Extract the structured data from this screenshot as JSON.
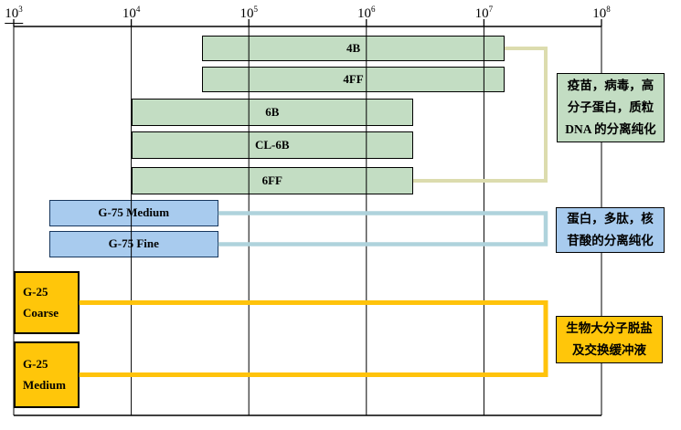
{
  "page": {
    "background": "#FFFFFF",
    "description": "Gel filtration media fractionation ranges (log molecular weight scale)"
  },
  "chart_data": {
    "type": "bar",
    "subtype": "horizontal-log-range-bars",
    "title": "",
    "x_axis": {
      "scale": "log10",
      "min": 1000,
      "max": 100000000,
      "position": "top",
      "grid": true,
      "ticks": [
        {
          "base": "10",
          "exp": "3"
        },
        {
          "base": "10",
          "exp": "4"
        },
        {
          "base": "10",
          "exp": "5"
        },
        {
          "base": "10",
          "exp": "6"
        },
        {
          "base": "10",
          "exp": "7"
        },
        {
          "base": "10",
          "exp": "8"
        }
      ]
    },
    "groups": [
      {
        "id": "sepharose",
        "fill": "#C3DDC3",
        "border": "#000000",
        "connector": "#DCDCAE",
        "bars": [
          {
            "label": "4B",
            "range": [
              40000,
              15000000
            ]
          },
          {
            "label": "4FF",
            "range": [
              40000,
              15000000
            ]
          },
          {
            "label": "6B",
            "range": [
              10000,
              2500000
            ]
          },
          {
            "label": "CL-6B",
            "range": [
              10000,
              2500000
            ]
          },
          {
            "label": "6FF",
            "range": [
              10000,
              2500000
            ]
          }
        ],
        "annotation": {
          "fill": "#C3DDC3",
          "lines": [
            "疫苗，病毒，高",
            "分子蛋白，质粒",
            "DNA 的分离纯化"
          ]
        }
      },
      {
        "id": "g75",
        "fill": "#A8CBEE",
        "border": "#17375E",
        "connector": "#AFD3DC",
        "bars": [
          {
            "label": "G-75 Medium",
            "range": [
              2000,
              55000
            ]
          },
          {
            "label": "G-75 Fine",
            "range": [
              2000,
              55000
            ]
          }
        ],
        "annotation": {
          "fill": "#A8CBEE",
          "lines": [
            "蛋白，多肽，核",
            "苷酸的分离纯化"
          ]
        }
      },
      {
        "id": "g25",
        "fill": "#FFC60A",
        "border": "#000000",
        "connector": "#FFC30B",
        "bars": [
          {
            "label_lines": [
              "G-25",
              "Coarse"
            ],
            "range": [
              1000,
              3600
            ]
          },
          {
            "label_lines": [
              "G-25",
              "Medium"
            ],
            "range": [
              1000,
              3600
            ]
          }
        ],
        "annotation": {
          "fill": "#FFC60A",
          "lines": [
            "生物大分子脱盐",
            "及交换缓冲液"
          ]
        }
      }
    ]
  }
}
